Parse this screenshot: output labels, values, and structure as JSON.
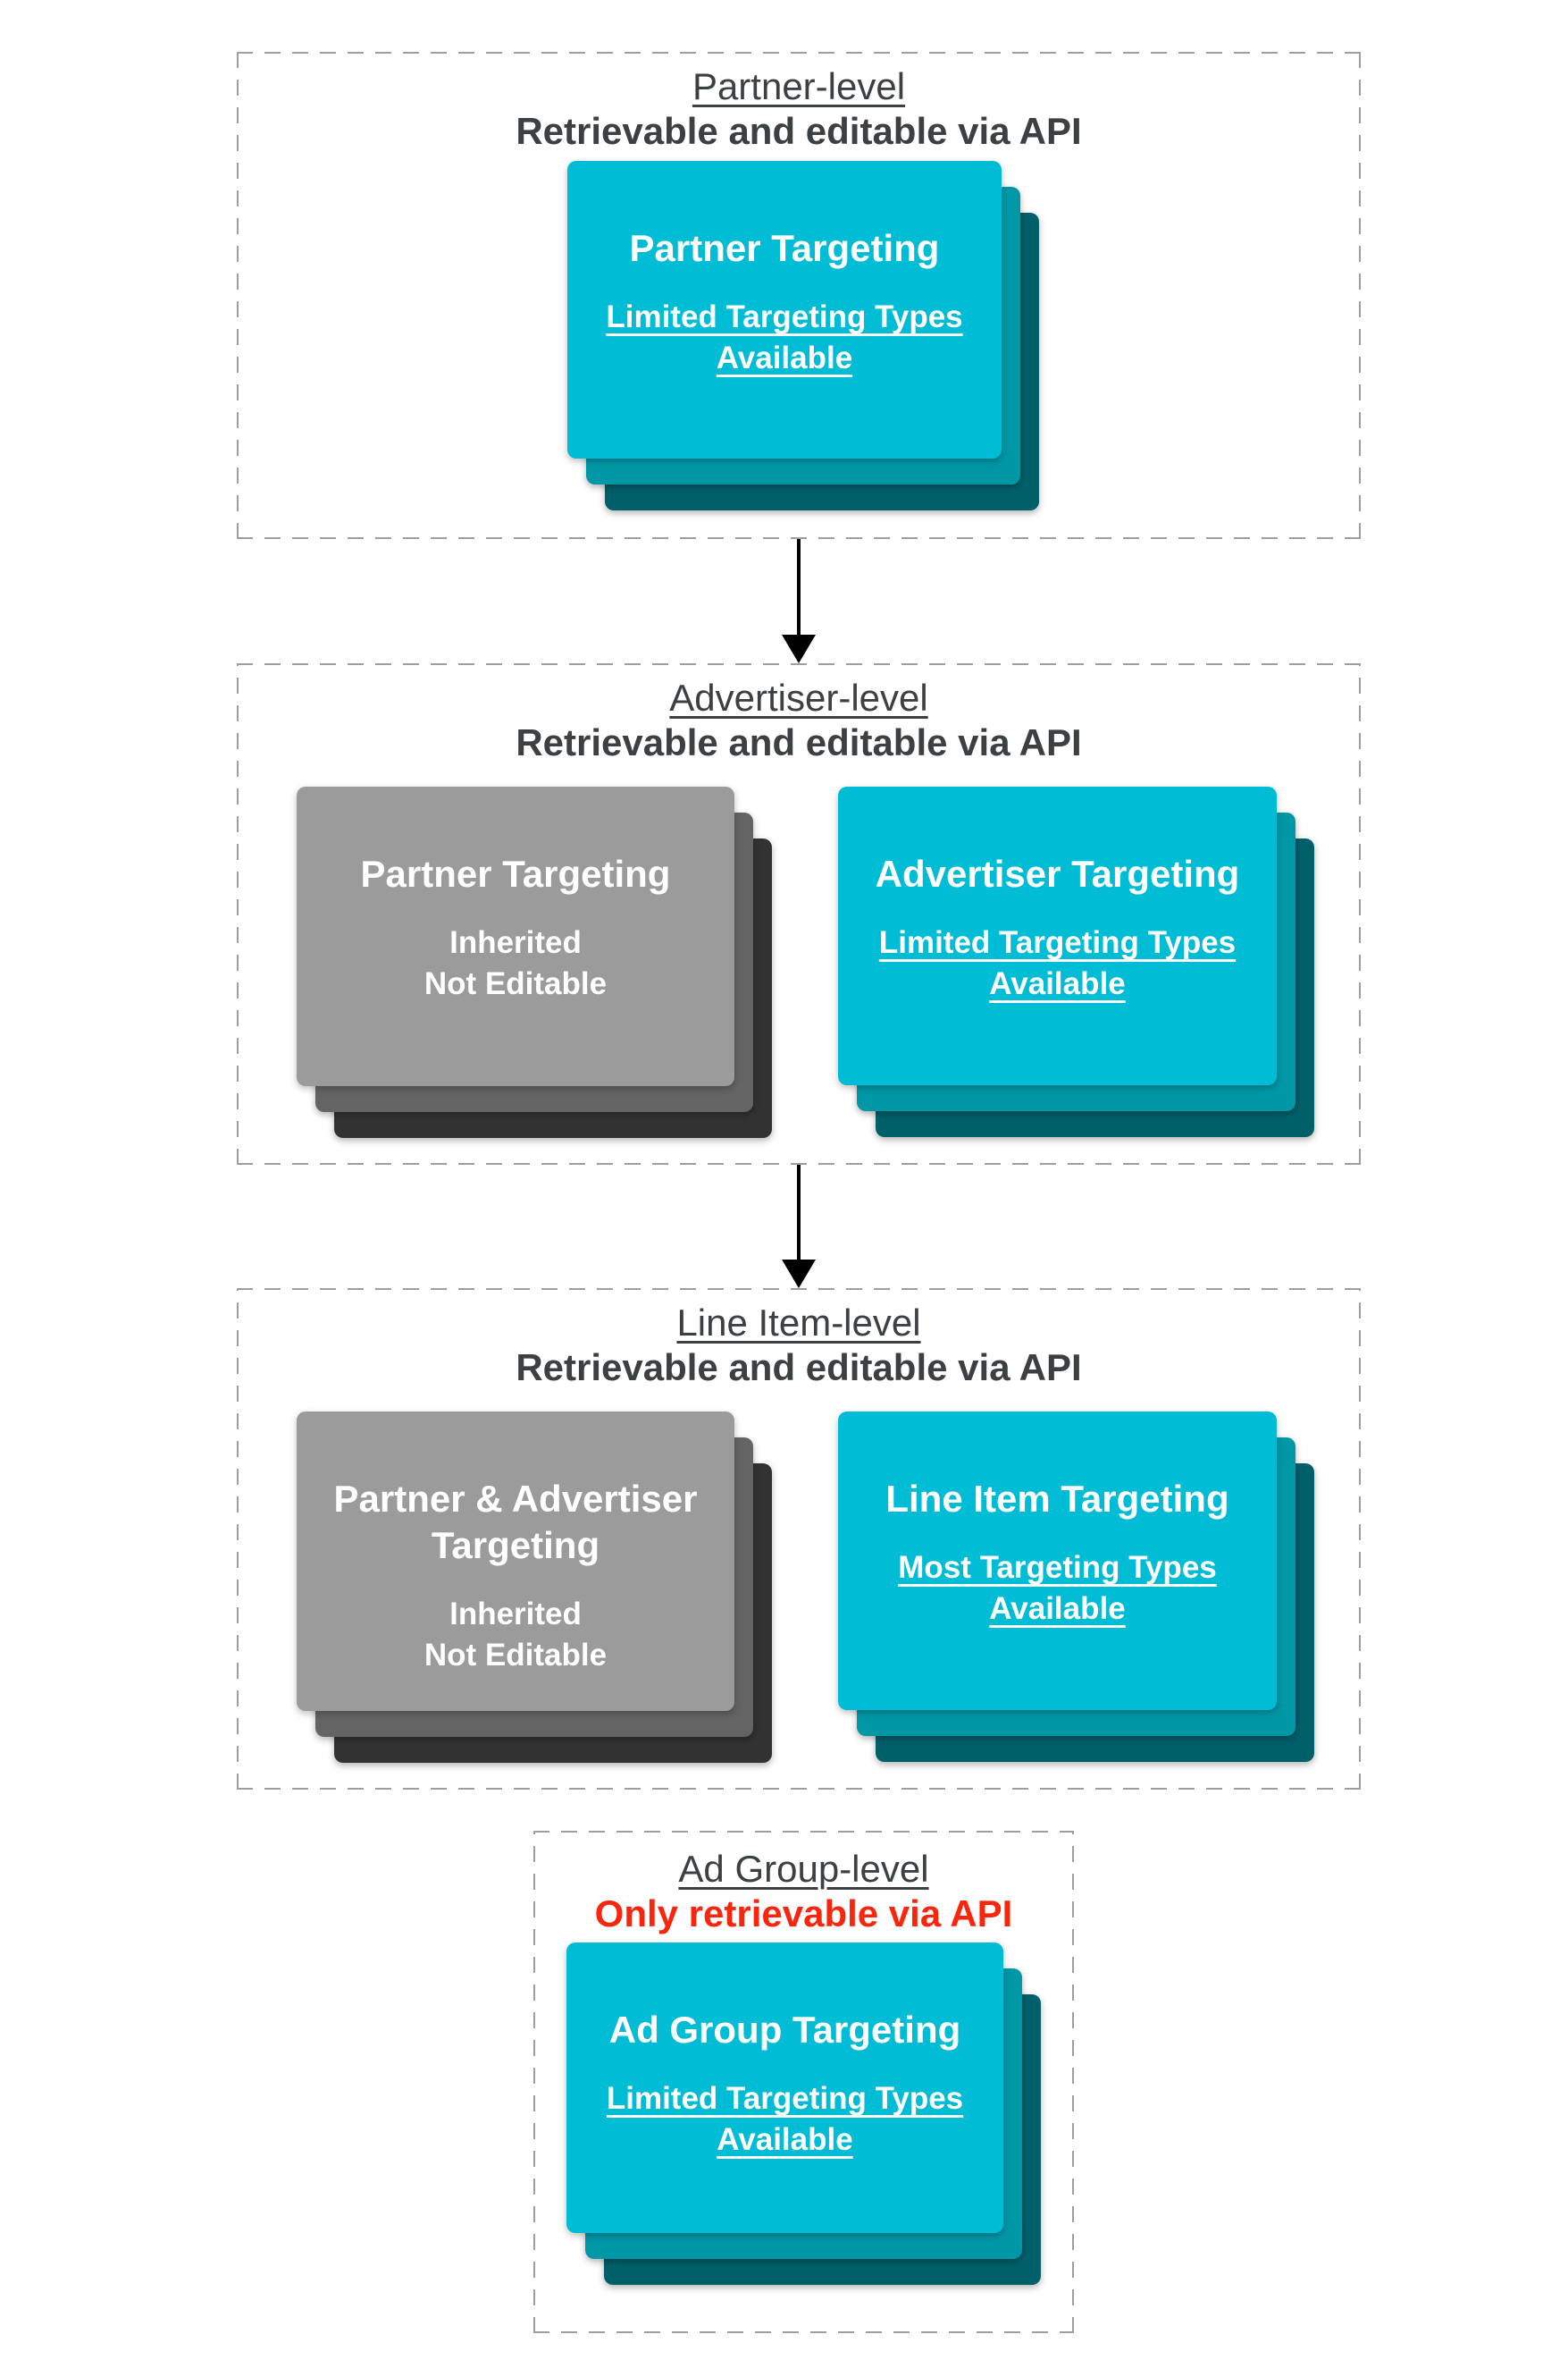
{
  "colors": {
    "card_front_cyan": "#00bcd4",
    "card_mid_cyan": "#0097a7",
    "card_back_cyan": "#00606a",
    "card_front_gray": "#9b9b9b",
    "card_mid_gray": "#646464",
    "card_back_gray": "#323232",
    "heading_text": "#3c4043",
    "alert_text": "#f9250c",
    "card_text": "#ffffff",
    "dashed_border": "#9e9e9e",
    "arrow": "#000000"
  },
  "sections": [
    {
      "id": "partner-level",
      "title": "Partner-level",
      "subtitle": "Retrievable and editable via API",
      "subtitle_style": "default",
      "cards": [
        {
          "style": "cyan",
          "title": "Partner Targeting",
          "sub_lines": [
            "Limited Targeting Types",
            "Available"
          ],
          "sub_underlined": true
        }
      ]
    },
    {
      "id": "advertiser-level",
      "title": "Advertiser-level",
      "subtitle": "Retrievable and editable via API",
      "subtitle_style": "default",
      "cards": [
        {
          "style": "gray",
          "title": "Partner Targeting",
          "sub_lines": [
            "Inherited",
            "Not Editable"
          ],
          "sub_underlined": false
        },
        {
          "style": "cyan",
          "title": "Advertiser Targeting",
          "sub_lines": [
            "Limited Targeting Types",
            "Available"
          ],
          "sub_underlined": true
        }
      ]
    },
    {
      "id": "line-item-level",
      "title": "Line Item-level",
      "subtitle": "Retrievable and editable via API",
      "subtitle_style": "default",
      "cards": [
        {
          "style": "gray",
          "title": "Partner & Advertiser Targeting",
          "sub_lines": [
            "Inherited",
            "Not Editable"
          ],
          "sub_underlined": false
        },
        {
          "style": "cyan",
          "title": "Line Item Targeting",
          "sub_lines": [
            "Most Targeting Types",
            "Available"
          ],
          "sub_underlined": true
        }
      ]
    },
    {
      "id": "ad-group-level",
      "title": "Ad Group-level",
      "subtitle": "Only retrievable via API",
      "subtitle_style": "alert",
      "cards": [
        {
          "style": "cyan",
          "title": "Ad Group Targeting",
          "sub_lines": [
            "Limited Targeting Types",
            "Available"
          ],
          "sub_underlined": true
        }
      ]
    }
  ],
  "connectors": [
    {
      "from": "partner-level",
      "to": "advertiser-level",
      "shape": "down-arrow"
    },
    {
      "from": "advertiser-level",
      "to": "line-item-level",
      "shape": "down-arrow"
    }
  ]
}
